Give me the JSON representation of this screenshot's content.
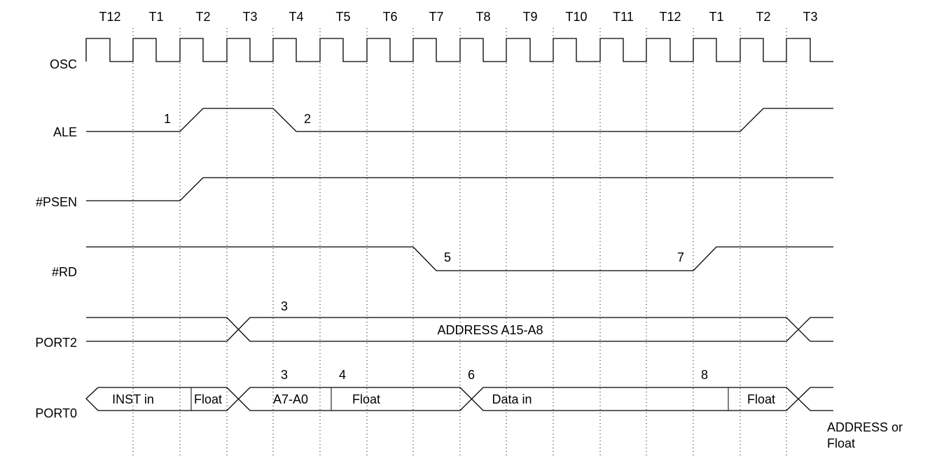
{
  "clock_labels": [
    "T12",
    "T1",
    "T2",
    "T3",
    "T4",
    "T5",
    "T6",
    "T7",
    "T8",
    "T9",
    "T10",
    "T11",
    "T12",
    "T1",
    "T2",
    "T3"
  ],
  "signals": {
    "osc": "OSC",
    "ale": "ALE",
    "psen": "#PSEN",
    "rd": "#RD",
    "port2": "PORT2",
    "port0": "PORT0"
  },
  "markers": {
    "ale_rise": "1",
    "ale_fall": "2",
    "port2_addr": "3",
    "port0_addr": "3",
    "port0_float": "4",
    "rd_fall": "5",
    "port0_data": "6",
    "rd_rise": "7",
    "port0_end": "8"
  },
  "port2_bus": {
    "address": "ADDRESS A15-A8"
  },
  "port0_bus": {
    "inst_in": "INST in",
    "float_1": "Float",
    "addr": "A7-A0",
    "float_2": "Float",
    "data_in": "Data in",
    "float_3": "Float"
  },
  "footnote": {
    "line1": "ADDRESS or",
    "line2": "Float"
  }
}
